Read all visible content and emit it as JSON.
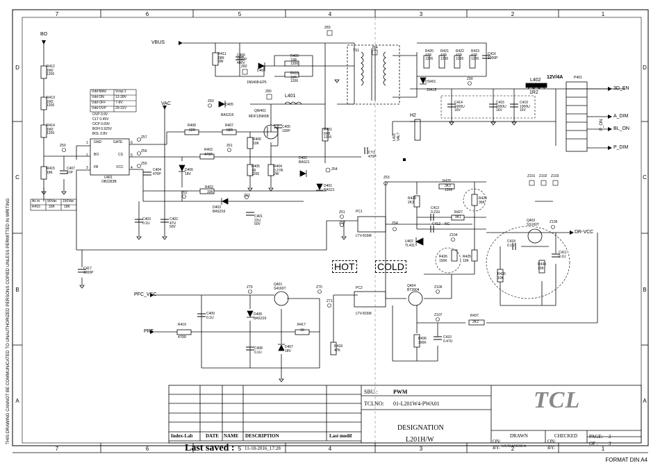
{
  "frame": {
    "col_top": [
      "7",
      "6",
      "5",
      "4",
      "3",
      "2",
      "1"
    ],
    "col_bottom": [
      "7",
      "6",
      "5",
      "4",
      "3",
      "2",
      "1"
    ],
    "rows_left": [
      "D",
      "C",
      "B",
      "A"
    ],
    "rows_right": [
      "D",
      "C",
      "B",
      "A"
    ],
    "side_note": "THIS DRAWING CANNOT BE COMMUNICATED TO UNAUTHORIZED PERSONS COPIED UNLESS PERMITTED IN WRITING",
    "format": "FORMAT DIN A4"
  },
  "title_block": {
    "sbu_label": "SBU :",
    "sbu_value": "PWM",
    "tclno_label": "TCLNO:",
    "tclno_value": "01-L201W4-PWA01",
    "designation_label": "DESIGNATION",
    "designation_value": "L201H/W",
    "logo": "TCL",
    "drawn_label": "DRAWN",
    "checked_label": "CHECKED",
    "on_label": "ON:",
    "by_label": "BY:",
    "drawn_by": "LIUXIANGHUA",
    "page_label": "PAGE:",
    "page_value": "2",
    "of_label": "OF :",
    "of_value": "3",
    "rev_headers": [
      "Index-Lab",
      "DATE",
      "NAME",
      "DESCRIPTION",
      "Last modif"
    ],
    "last_saved_label": "Last saved :",
    "last_saved_value": "11-18-2016_17:28"
  },
  "nets": {
    "bo": "BO",
    "vbus": "VBUS",
    "vac": "VAC",
    "pfc_vcc": "PFC_VCC",
    "prt": "PRT",
    "out_12v": "12V/4A",
    "en_3d": "3D_EN",
    "a_dim": "A_DIM",
    "bl_on": "BL_ON",
    "p_dim": "P_DIM",
    "p_on": "P_ON",
    "dr_vcc": "DR-VCC",
    "hot": "HOT",
    "cold": "COLD"
  },
  "spec_table": {
    "rows": [
      [
        "Vdd MAX",
        "Vcvp-1"
      ],
      [
        "Vdd ON",
        "12-28V"
      ],
      [
        "Vdd OFF",
        "7-9V"
      ],
      [
        "Vdd OVP",
        "29-31V"
      ]
    ],
    "notes": [
      "OVP 0.9V",
      "CLT 0.45V",
      "OCP 0.69V",
      "BOH 0.925V",
      "BOL 0.8V"
    ]
  },
  "ac_table": {
    "header": [
      "Ac in.",
      "90Vac",
      "150Vac"
    ],
    "row": [
      "R415",
      "33K",
      "18K"
    ]
  },
  "ic": {
    "name": "U401",
    "part": "OB2283B",
    "pins_left": [
      "GND",
      "BO",
      "FB"
    ],
    "pins_right": [
      "GATE",
      "CS",
      "VCC"
    ],
    "pin_nums_left": [
      "1",
      "2",
      "3"
    ],
    "pin_nums_right": [
      "6",
      "5",
      "4"
    ]
  },
  "components": {
    "r412": "R412\n1M2\n1206",
    "r413": "R413\n1M2\n1206",
    "r414": "R414\n1M2\n1206",
    "r415": "R415\n18K",
    "c407": "C407\n47P",
    "r411": "R411\n68K\n3W",
    "c406": "C406\n4700P\n400V",
    "r409": "R409\n10R\n1206",
    "r410": "R410\n10R\n1206",
    "d404": "D404",
    "d404_part": "1N5408-EP5",
    "l401": "L401",
    "ts1": "TS1",
    "r420": "R420\n47R\n1206",
    "r421": "R421\n47R\n1206",
    "r422": "R422\n47R\n1206",
    "r423": "R423\n47R\n1206",
    "c416": "C416\n1000P",
    "ds401": "DS401",
    "ds401_part": "20A15",
    "l402": "L402",
    "l402_val": "1R2",
    "c414": "C414\n1000U\n16V",
    "c415": "C415\n1000U\n16V",
    "c419": "C419\n1000U\n16V",
    "p401": "P401",
    "d405": "D405",
    "d405_part": "BAS316",
    "qw401": "QW401",
    "qw401_part": "MDF13N65B",
    "r408": "R408",
    "r408_val": "22R",
    "r407": "R407",
    "r407_val": "68R",
    "c405": "C405\n100P",
    "r406": "R406\n10K",
    "r403": "R403",
    "r403_val": "470R",
    "r405": "R405\n1R\n1206",
    "r404": "R404\n0.27R\n2W",
    "r401": "R401\n6R8\n1206",
    "cy3": "CY3\n470P",
    "h2": "H2",
    "l401b": "L401\nVAL?",
    "d402": "D402\nBAS21",
    "d401": "D401\nBAS21",
    "c404": "C404\n470P",
    "d406": "D406\n18V",
    "r402": "R402",
    "r402_val": "33K",
    "d403": "D403\nBAS316",
    "c403": "C403\n0.1U",
    "c402": "C402\n47U\n50V",
    "c401": "C401\n22U\n50V",
    "c417": "C417\n1000P",
    "r428": "R428",
    "r428_val": "3K3\n1206",
    "r429": "R429\n2K2",
    "c413": "C413\n0.22U",
    "r427": "R427",
    "r427_val": "9K1",
    "c412": "C412",
    "c412_val": "NC",
    "r424": "R424\n36K",
    "pc1": "PC1",
    "pc1_part": "LTV-816M",
    "u402": "U402\nTL431",
    "r426": "R426\n150K",
    "r425": "R425\n10K",
    "q402": "Q402\nSS160T",
    "c418": "C418\n0.1U",
    "c411": "C411\n0.1U",
    "r435": "R435\n10K",
    "r434": "R434\n10K",
    "q401": "Q401\nS4160T",
    "c409": "C409\n0.1U",
    "d408": "D408\nBAS316",
    "r419": "R419",
    "r419_val": "470R",
    "r417": "R417",
    "r417_val": "1K",
    "c408": "C408\n0.1U",
    "d407": "D407\n18V",
    "r418": "R418\n47K",
    "pc2": "PC2",
    "pc2_part": "LTV-816M",
    "q404": "Q404\nBT3904",
    "r437": "R437",
    "r437_val": "2K2",
    "r436": "R436\n100K",
    "c410": "C410\n0.47U"
  },
  "test_points": [
    "Z83",
    "Z84",
    "Z82",
    "Z80",
    "Z50",
    "Z57",
    "Z56",
    "Z55",
    "Z60",
    "Z61",
    "Z62",
    "Z63",
    "Z64",
    "Z53",
    "Z90",
    "Z51",
    "Z52",
    "Z54",
    "Z104",
    "Z101",
    "Z102",
    "Z103",
    "Z105",
    "Z75",
    "Z70",
    "Z71",
    "Z106",
    "Z107"
  ]
}
